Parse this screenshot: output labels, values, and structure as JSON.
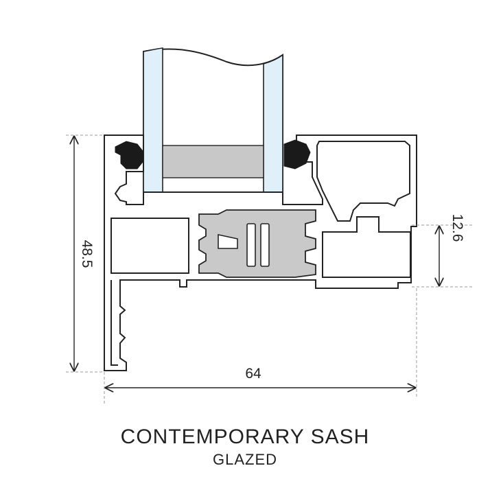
{
  "drawing": {
    "title": "CONTEMPORARY SASH",
    "subtitle": "GLAZED",
    "dimensions": {
      "height": "48.5",
      "width": "64",
      "step": "12.6"
    }
  },
  "colors": {
    "outline": "#222222",
    "glass": "#dff0fb",
    "spacer": "#c8c8c8",
    "thermal_break": "#c9c9c9",
    "gasket": "#1a1a1a",
    "dim_line": "#222222",
    "ext_line": "#9a9a9a"
  }
}
